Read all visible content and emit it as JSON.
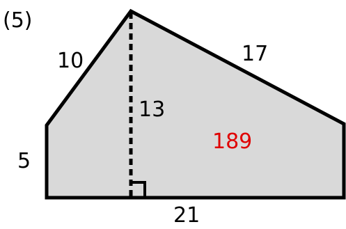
{
  "problem_number": "(5)",
  "labels": {
    "left_slant": "10",
    "top_right_slant": "17",
    "height": "13",
    "left_side": "5",
    "base": "21",
    "area": "189"
  },
  "colors": {
    "fill": "#d9d9d9",
    "outline": "#000000",
    "text": "#000000",
    "answer": "#e00000"
  }
}
